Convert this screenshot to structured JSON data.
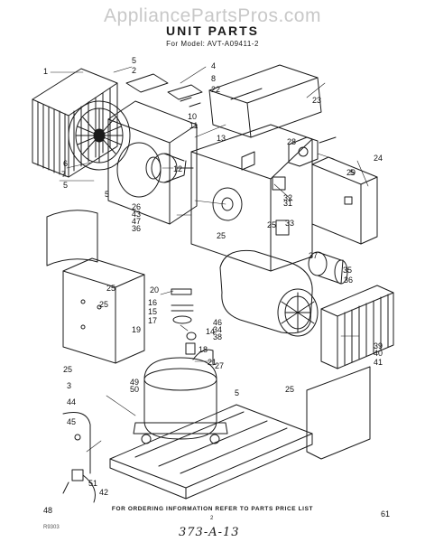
{
  "watermark": "AppliancePartsPros.com",
  "title": "UNIT PARTS",
  "subtitle": "For Model: AVT-A09411-2",
  "footer_note": "FOR ORDERING INFORMATION REFER TO PARTS PRICE LIST",
  "page_number": "2",
  "doc_id": "R9303",
  "handwritten_note": "373-A-13",
  "callouts": [
    "1",
    "2",
    "3",
    "4",
    "5",
    "5",
    "5",
    "5",
    "5",
    "6",
    "7",
    "8",
    "10",
    "11",
    "12",
    "13",
    "14",
    "15",
    "16",
    "17",
    "18",
    "19",
    "20",
    "21",
    "22",
    "23",
    "24",
    "25",
    "25",
    "25",
    "25",
    "25",
    "25",
    "26",
    "27",
    "28",
    "29",
    "31",
    "32",
    "33",
    "34",
    "35",
    "36",
    "36",
    "37",
    "38",
    "39",
    "40",
    "41",
    "42",
    "43",
    "44",
    "45",
    "46",
    "47",
    "48",
    "49",
    "50",
    "51",
    "61"
  ],
  "colors": {
    "ink": "#1a1a1a",
    "watermark": "#c8c8c8",
    "background": "#ffffff"
  }
}
